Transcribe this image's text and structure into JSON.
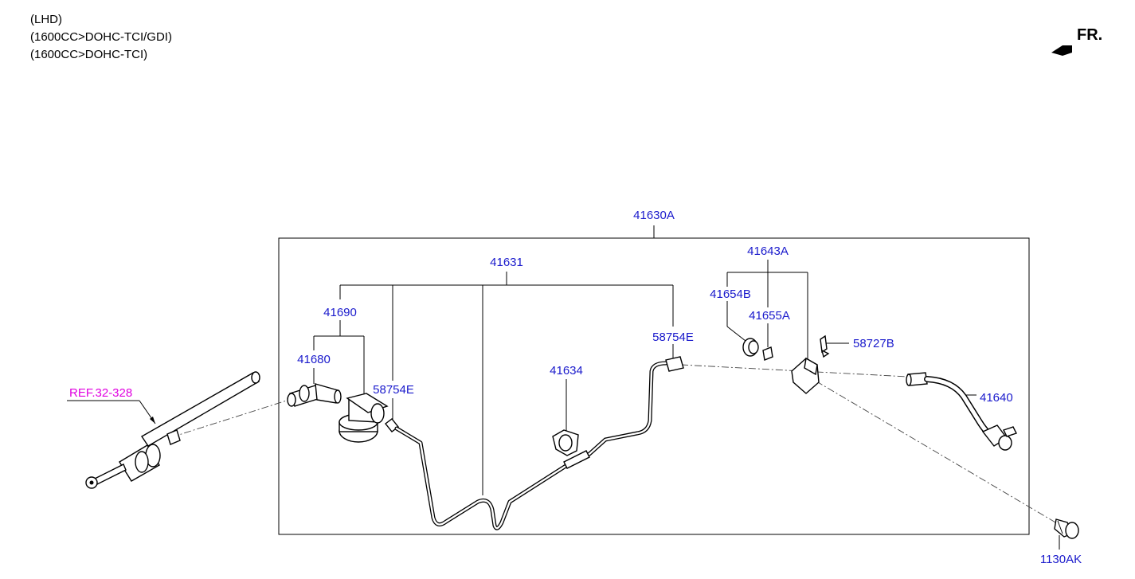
{
  "header": {
    "lines": [
      "(LHD)",
      "(1600CC>DOHC-TCI/GDI)",
      "(1600CC>DOHC-TCI)"
    ],
    "direction_label": "FR."
  },
  "labels": {
    "assembly": "41630A",
    "tube": "41631",
    "connector_group": "41690",
    "fitting": "41680",
    "clip_left": "58754E",
    "clip_right": "58754E",
    "bracket": "41634",
    "kit": "41643A",
    "bushing": "41654B",
    "collar": "41655A",
    "clip_small": "58727B",
    "hose": "41640",
    "bolt": "1130AK",
    "reference": "REF.32-328"
  },
  "colors": {
    "label": "#1a1acc",
    "reference": "#e000e0",
    "line": "#000000"
  }
}
